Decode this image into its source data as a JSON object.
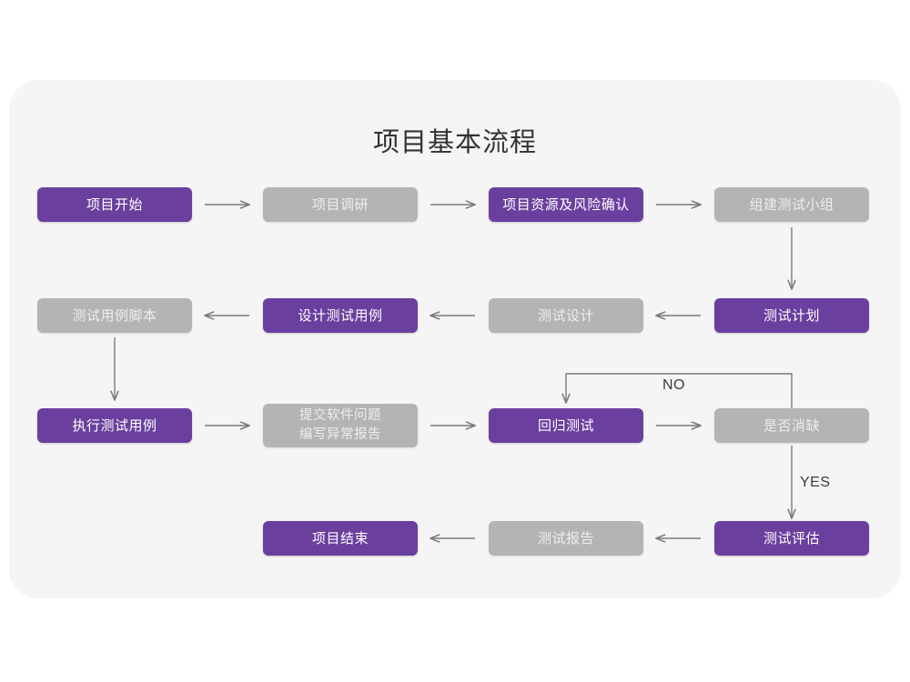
{
  "title": "项目基本流程",
  "theme": {
    "page_background": "#ffffff",
    "card_background": "#f5f5f5",
    "accent_purple": "#6b3f9e",
    "muted_gray": "#b4b4b4",
    "purple_text": "#ffffff",
    "gray_text": "#eeeeee",
    "connector": "#7a7a7a",
    "title_color": "#333333"
  },
  "nodes": [
    {
      "id": "n1",
      "label": "项目开始",
      "style": "purple",
      "row": 1,
      "col": 1
    },
    {
      "id": "n2",
      "label": "项目调研",
      "style": "gray",
      "row": 1,
      "col": 2
    },
    {
      "id": "n3",
      "label": "项目资源及风险确认",
      "style": "purple",
      "row": 1,
      "col": 3
    },
    {
      "id": "n4",
      "label": "组建测试小组",
      "style": "gray",
      "row": 1,
      "col": 4
    },
    {
      "id": "n5",
      "label": "测试用例脚本",
      "style": "gray",
      "row": 2,
      "col": 1
    },
    {
      "id": "n6",
      "label": "设计测试用例",
      "style": "purple",
      "row": 2,
      "col": 2
    },
    {
      "id": "n7",
      "label": "测试设计",
      "style": "gray",
      "row": 2,
      "col": 3
    },
    {
      "id": "n8",
      "label": "测试计划",
      "style": "purple",
      "row": 2,
      "col": 4
    },
    {
      "id": "n9",
      "label": "执行测试用例",
      "style": "purple",
      "row": 3,
      "col": 1
    },
    {
      "id": "n10",
      "label": "提交软件问题\n编写异常报告",
      "style": "gray",
      "row": 3,
      "col": 2
    },
    {
      "id": "n11",
      "label": "回归测试",
      "style": "purple",
      "row": 3,
      "col": 3
    },
    {
      "id": "n12",
      "label": "是否消缺",
      "style": "gray",
      "row": 3,
      "col": 4
    },
    {
      "id": "n13",
      "label": "项目结束",
      "style": "purple",
      "row": 4,
      "col": 2
    },
    {
      "id": "n14",
      "label": "测试报告",
      "style": "gray",
      "row": 4,
      "col": 3
    },
    {
      "id": "n15",
      "label": "测试评估",
      "style": "purple",
      "row": 4,
      "col": 4
    }
  ],
  "edge_labels": {
    "no": "NO",
    "yes": "YES"
  },
  "edges": [
    {
      "from": "n1",
      "to": "n2",
      "dir": "right"
    },
    {
      "from": "n2",
      "to": "n3",
      "dir": "right"
    },
    {
      "from": "n3",
      "to": "n4",
      "dir": "right"
    },
    {
      "from": "n4",
      "to": "n8",
      "dir": "down"
    },
    {
      "from": "n8",
      "to": "n7",
      "dir": "left"
    },
    {
      "from": "n7",
      "to": "n6",
      "dir": "left"
    },
    {
      "from": "n6",
      "to": "n5",
      "dir": "left"
    },
    {
      "from": "n5",
      "to": "n9",
      "dir": "down"
    },
    {
      "from": "n9",
      "to": "n10",
      "dir": "right"
    },
    {
      "from": "n10",
      "to": "n11",
      "dir": "right"
    },
    {
      "from": "n11",
      "to": "n12",
      "dir": "right"
    },
    {
      "from": "n12",
      "to": "n11",
      "dir": "loop-up",
      "label": "NO"
    },
    {
      "from": "n12",
      "to": "n15",
      "dir": "down",
      "label": "YES"
    },
    {
      "from": "n15",
      "to": "n14",
      "dir": "left"
    },
    {
      "from": "n14",
      "to": "n13",
      "dir": "left"
    }
  ]
}
